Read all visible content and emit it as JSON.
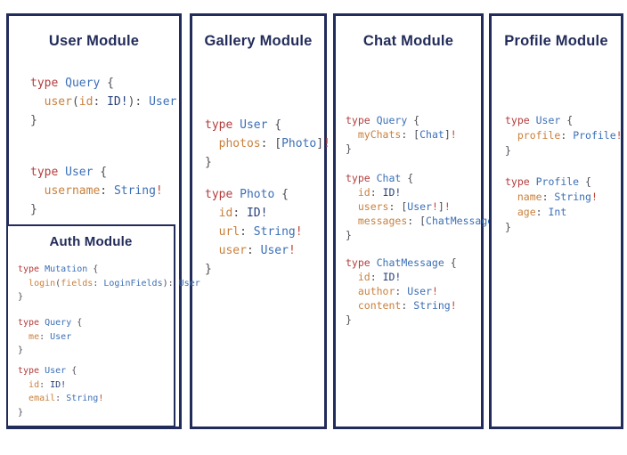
{
  "palette": {
    "navy": "#222c5a",
    "keyword_red": "#b43c3c",
    "typename_blue": "#3b6fb6",
    "field_orange": "#c9803c",
    "punctuation_gray": "#4d4d55",
    "id_navy": "#27407a",
    "bang_red": "#c24638"
  },
  "panels": {
    "user": {
      "title": "User Module",
      "blocks": [
        [
          [
            [
              "kw",
              "type "
            ],
            [
              "tn",
              "Query "
            ],
            [
              "pn",
              "{"
            ]
          ],
          [
            [
              "pn",
              "  "
            ],
            [
              "fd",
              "user"
            ],
            [
              "pn",
              "("
            ],
            [
              "fd",
              "id"
            ],
            [
              "pn",
              ": "
            ],
            [
              "nv",
              "ID!"
            ],
            [
              "pn",
              "): "
            ],
            [
              "tn",
              "User"
            ]
          ],
          [
            [
              "pn",
              "}"
            ]
          ]
        ],
        [
          [
            [
              "kw",
              "type "
            ],
            [
              "tn",
              "User "
            ],
            [
              "pn",
              "{"
            ]
          ],
          [
            [
              "pn",
              "  "
            ],
            [
              "fd",
              "username"
            ],
            [
              "pn",
              ": "
            ],
            [
              "tn",
              "String"
            ],
            [
              "ex",
              "!"
            ]
          ],
          [
            [
              "pn",
              "}"
            ]
          ]
        ]
      ]
    },
    "auth": {
      "title": "Auth Module",
      "blocks": [
        [
          [
            [
              "kw",
              "type "
            ],
            [
              "tn",
              "Mutation "
            ],
            [
              "pn",
              "{"
            ]
          ],
          [
            [
              "pn",
              "  "
            ],
            [
              "fd",
              "login"
            ],
            [
              "pn",
              "("
            ],
            [
              "fd",
              "fields"
            ],
            [
              "pn",
              ": "
            ],
            [
              "tn",
              "LoginFields"
            ],
            [
              "pn",
              "): "
            ],
            [
              "tn",
              "User"
            ]
          ],
          [
            [
              "pn",
              "}"
            ]
          ]
        ],
        [
          [
            [
              "kw",
              "type "
            ],
            [
              "tn",
              "Query "
            ],
            [
              "pn",
              "{"
            ]
          ],
          [
            [
              "pn",
              "  "
            ],
            [
              "fd",
              "me"
            ],
            [
              "pn",
              ": "
            ],
            [
              "tn",
              "User"
            ]
          ],
          [
            [
              "pn",
              "}"
            ]
          ]
        ],
        [
          [
            [
              "kw",
              "type "
            ],
            [
              "tn",
              "User "
            ],
            [
              "pn",
              "{"
            ]
          ],
          [
            [
              "pn",
              "  "
            ],
            [
              "fd",
              "id"
            ],
            [
              "pn",
              ": "
            ],
            [
              "nv",
              "ID!"
            ]
          ],
          [
            [
              "pn",
              "  "
            ],
            [
              "fd",
              "email"
            ],
            [
              "pn",
              ": "
            ],
            [
              "tn",
              "String"
            ],
            [
              "ex",
              "!"
            ]
          ],
          [
            [
              "pn",
              "}"
            ]
          ]
        ]
      ]
    },
    "gallery": {
      "title": "Gallery Module",
      "blocks": [
        [
          [
            [
              "kw",
              "type "
            ],
            [
              "tn",
              "User "
            ],
            [
              "pn",
              "{"
            ]
          ],
          [
            [
              "pn",
              "  "
            ],
            [
              "fd",
              "photos"
            ],
            [
              "pn",
              ": ["
            ],
            [
              "tn",
              "Photo"
            ],
            [
              "pn",
              "]"
            ],
            [
              "ex",
              "!"
            ]
          ],
          [
            [
              "pn",
              "}"
            ]
          ]
        ],
        [
          [
            [
              "kw",
              "type "
            ],
            [
              "tn",
              "Photo "
            ],
            [
              "pn",
              "{"
            ]
          ],
          [
            [
              "pn",
              "  "
            ],
            [
              "fd",
              "id"
            ],
            [
              "pn",
              ": "
            ],
            [
              "nv",
              "ID!"
            ]
          ],
          [
            [
              "pn",
              "  "
            ],
            [
              "fd",
              "url"
            ],
            [
              "pn",
              ": "
            ],
            [
              "tn",
              "String"
            ],
            [
              "ex",
              "!"
            ]
          ],
          [
            [
              "pn",
              "  "
            ],
            [
              "fd",
              "user"
            ],
            [
              "pn",
              ": "
            ],
            [
              "tn",
              "User"
            ],
            [
              "ex",
              "!"
            ]
          ],
          [
            [
              "pn",
              "}"
            ]
          ]
        ]
      ]
    },
    "chat": {
      "title": "Chat Module",
      "blocks": [
        [
          [
            [
              "kw",
              "type "
            ],
            [
              "tn",
              "Query "
            ],
            [
              "pn",
              "{"
            ]
          ],
          [
            [
              "pn",
              "  "
            ],
            [
              "fd",
              "myChats"
            ],
            [
              "pn",
              ": ["
            ],
            [
              "tn",
              "Chat"
            ],
            [
              "pn",
              "]"
            ],
            [
              "ex",
              "!"
            ]
          ],
          [
            [
              "pn",
              "}"
            ]
          ]
        ],
        [
          [
            [
              "kw",
              "type "
            ],
            [
              "tn",
              "Chat "
            ],
            [
              "pn",
              "{"
            ]
          ],
          [
            [
              "pn",
              "  "
            ],
            [
              "fd",
              "id"
            ],
            [
              "pn",
              ": "
            ],
            [
              "nv",
              "ID!"
            ]
          ],
          [
            [
              "pn",
              "  "
            ],
            [
              "fd",
              "users"
            ],
            [
              "pn",
              ": ["
            ],
            [
              "tn",
              "User"
            ],
            [
              "ex",
              "!"
            ],
            [
              "pn",
              "]"
            ],
            [
              "ex",
              "!"
            ]
          ],
          [
            [
              "pn",
              "  "
            ],
            [
              "fd",
              "messages"
            ],
            [
              "pn",
              ": ["
            ],
            [
              "tn",
              "ChatMessage"
            ],
            [
              "pn",
              "]"
            ],
            [
              "ex",
              "!"
            ]
          ],
          [
            [
              "pn",
              "}"
            ]
          ]
        ],
        [
          [
            [
              "kw",
              "type "
            ],
            [
              "tn",
              "ChatMessage "
            ],
            [
              "pn",
              "{"
            ]
          ],
          [
            [
              "pn",
              "  "
            ],
            [
              "fd",
              "id"
            ],
            [
              "pn",
              ": "
            ],
            [
              "nv",
              "ID!"
            ]
          ],
          [
            [
              "pn",
              "  "
            ],
            [
              "fd",
              "author"
            ],
            [
              "pn",
              ": "
            ],
            [
              "tn",
              "User"
            ],
            [
              "ex",
              "!"
            ]
          ],
          [
            [
              "pn",
              "  "
            ],
            [
              "fd",
              "content"
            ],
            [
              "pn",
              ": "
            ],
            [
              "tn",
              "String"
            ],
            [
              "ex",
              "!"
            ]
          ],
          [
            [
              "pn",
              "}"
            ]
          ]
        ]
      ]
    },
    "profile": {
      "title": "Profile Module",
      "blocks": [
        [
          [
            [
              "kw",
              "type "
            ],
            [
              "tn",
              "User "
            ],
            [
              "pn",
              "{"
            ]
          ],
          [
            [
              "pn",
              "  "
            ],
            [
              "fd",
              "profile"
            ],
            [
              "pn",
              ": "
            ],
            [
              "tn",
              "Profile"
            ],
            [
              "ex",
              "!"
            ]
          ],
          [
            [
              "pn",
              "}"
            ]
          ]
        ],
        [
          [
            [
              "kw",
              "type "
            ],
            [
              "tn",
              "Profile "
            ],
            [
              "pn",
              "{"
            ]
          ],
          [
            [
              "pn",
              "  "
            ],
            [
              "fd",
              "name"
            ],
            [
              "pn",
              ": "
            ],
            [
              "tn",
              "String"
            ],
            [
              "ex",
              "!"
            ]
          ],
          [
            [
              "pn",
              "  "
            ],
            [
              "fd",
              "age"
            ],
            [
              "pn",
              ": "
            ],
            [
              "tn",
              "Int"
            ]
          ],
          [
            [
              "pn",
              "}"
            ]
          ]
        ]
      ]
    }
  }
}
